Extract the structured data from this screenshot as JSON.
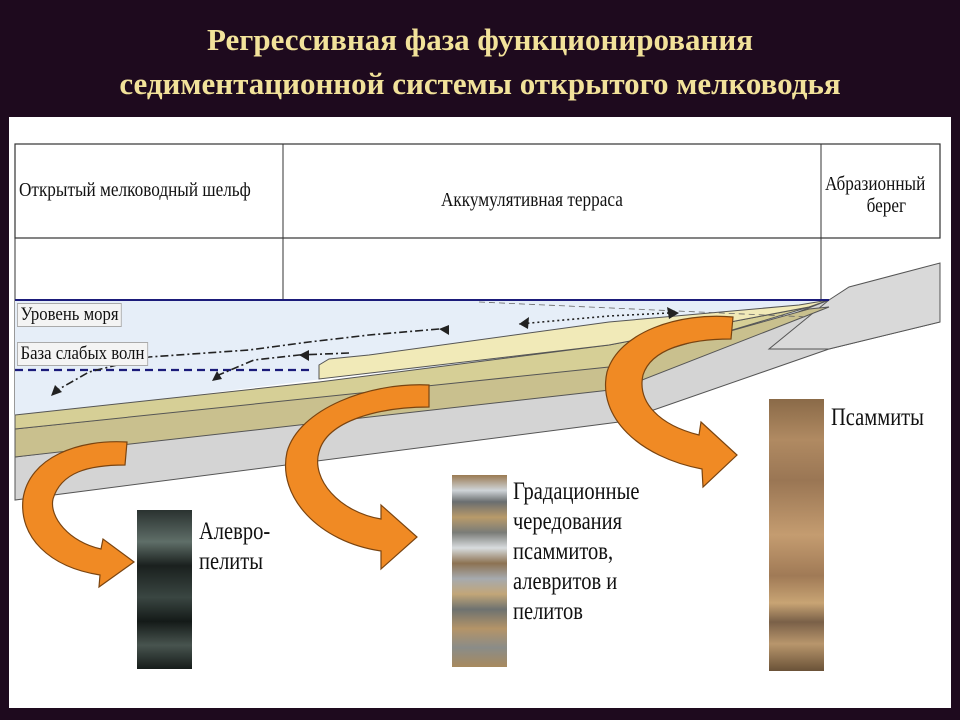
{
  "title": {
    "line1": "Регрессивная фаза функционирования",
    "line2": "седиментационной системы открытого мелководья"
  },
  "zones": {
    "shelf": "Открытый мелководный шельф",
    "terrace": "Аккумулятивная терраса",
    "shore_line1": "Абразионный",
    "shore_line2": "берег"
  },
  "levels": {
    "sea_level": "Уровень моря",
    "wave_base": "База слабых волн"
  },
  "rocks": {
    "aleuropelites": [
      "Алевро-",
      "пелиты"
    ],
    "gradational": [
      "Градационные",
      "чередования",
      "псаммитов,",
      "алевритов и",
      "пелитов"
    ],
    "psammites": [
      "Псаммиты"
    ]
  },
  "colors": {
    "title": "#f2e29a",
    "background": "#1e0a1e",
    "water": "#e6eef8",
    "sand": "#f1eab8",
    "sand_dark": "#d6cf96",
    "silt": "#c9c08e",
    "gray_layer": "#d4d4d4",
    "arrow": "#f08a24",
    "sea_line": "#1b1b7a"
  },
  "icons": [
    "curved-arrow-icon",
    "core-sample-image"
  ]
}
